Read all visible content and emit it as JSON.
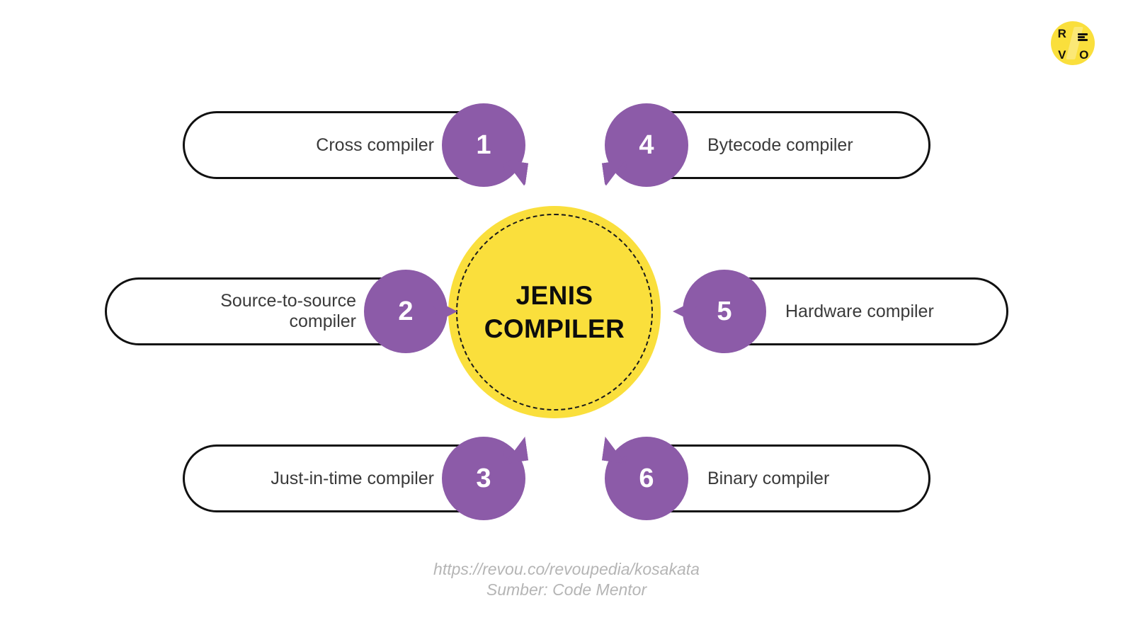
{
  "brand": {
    "name": "REVO",
    "letters": [
      "R",
      "",
      "V",
      "O"
    ],
    "bg_color": "#FADF3C"
  },
  "center": {
    "title": "JENIS\nCOMPILER",
    "bg_color": "#FADF3C",
    "border_style": "dashed"
  },
  "theme": {
    "badge_color": "#8C5BA8",
    "accent_yellow": "#FADF3C",
    "outline_color": "#111111",
    "text_color": "#3a3a3a",
    "footer_color": "#b5b5b5"
  },
  "items": [
    {
      "number": "1",
      "label": "Cross compiler",
      "side": "left",
      "tail": "tail-br"
    },
    {
      "number": "2",
      "label": "Source-to-source\ncompiler",
      "side": "left",
      "tail": "tail-r"
    },
    {
      "number": "3",
      "label": "Just-in-time compiler",
      "side": "left",
      "tail": "tail-tr"
    },
    {
      "number": "4",
      "label": "Bytecode compiler",
      "side": "right",
      "tail": "tail-bl"
    },
    {
      "number": "5",
      "label": "Hardware compiler",
      "side": "right",
      "tail": "tail-l"
    },
    {
      "number": "6",
      "label": "Binary compiler",
      "side": "right",
      "tail": "tail-tl"
    }
  ],
  "footer": {
    "url": "https://revou.co/revoupedia/kosakata",
    "source": "Sumber: Code Mentor"
  }
}
